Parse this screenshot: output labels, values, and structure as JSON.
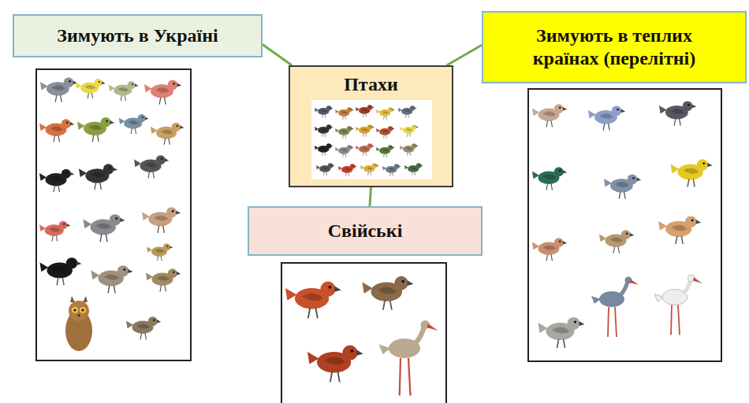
{
  "diagram": {
    "nodes": [
      {
        "text": [
          "Зимують в Україні"
        ]
      },
      {
        "text": [
          "Птахи"
        ]
      },
      {
        "text": [
          "Зимують в теплих країнах (перелітні)"
        ]
      },
      {
        "text": [
          "Свійські"
        ]
      }
    ],
    "edges": [
      {
        "from": 1,
        "to": 0,
        "arrow": "none"
      },
      {
        "from": 1,
        "to": 2,
        "arrow": "none"
      },
      {
        "from": 1,
        "to": 3,
        "arrow": "none"
      }
    ]
  }
}
